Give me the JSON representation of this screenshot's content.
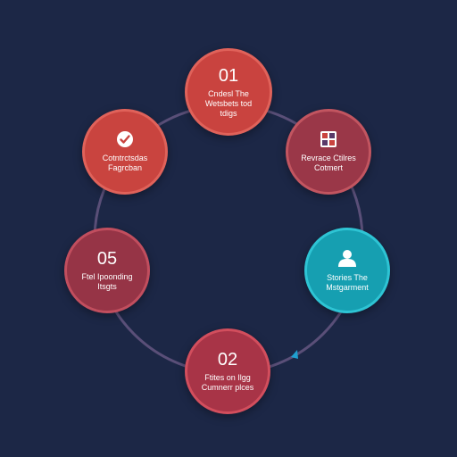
{
  "nodes": [
    {
      "id": "n01",
      "number": "01",
      "label_lines": [
        "Cndesl The",
        "Wetsbets tod",
        "tdigs"
      ],
      "color": "#c9433f",
      "border": "#e0625a",
      "icon": ""
    },
    {
      "id": "n-top-right",
      "number": "",
      "label_lines": [
        "Revrace Ctilres",
        "Cotmert"
      ],
      "color": "#9a3748",
      "border": "#c25560",
      "icon": "calendar-grid-icon"
    },
    {
      "id": "n-right",
      "number": "",
      "label_lines": [
        "Stories The",
        "Mstgarment"
      ],
      "color": "#169fb1",
      "border": "#2ec4d4",
      "icon": "user-icon"
    },
    {
      "id": "n02",
      "number": "02",
      "label_lines": [
        "Ftites on Ilgg",
        "Cumnerr plces"
      ],
      "color": "#a83447",
      "border": "#d24e5d",
      "icon": ""
    },
    {
      "id": "n05",
      "number": "05",
      "label_lines": [
        "Ftel Ipoonding",
        "Itsgts"
      ],
      "color": "#963446",
      "border": "#c14e5e",
      "icon": ""
    },
    {
      "id": "n-top-left",
      "number": "",
      "label_lines": [
        "Cotntrctsdas",
        "Fagrcban"
      ],
      "color": "#c9443f",
      "border": "#e0625a",
      "icon": "check-badge-icon"
    }
  ]
}
